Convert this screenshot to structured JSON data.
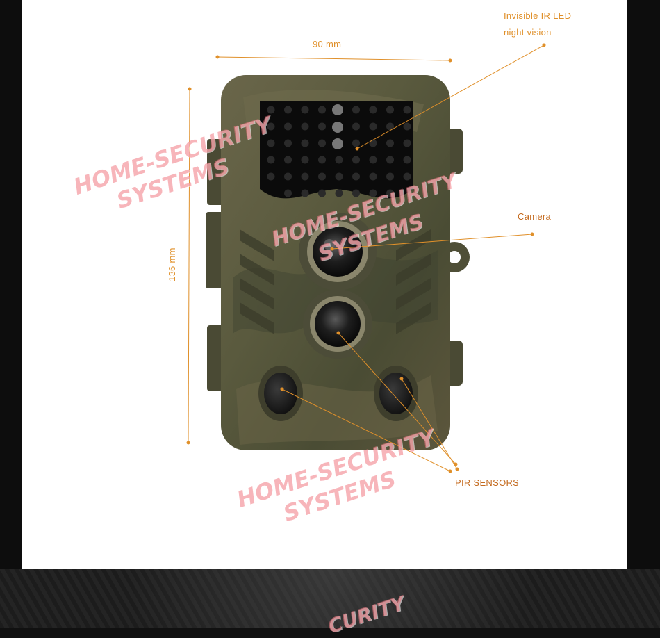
{
  "dimensions": {
    "width_label": "90 mm",
    "height_label": "136 mm"
  },
  "callouts": {
    "ir_led_line1": "Invisible IR LED",
    "ir_led_line2": "night vision",
    "camera": "Camera",
    "pir_sensors": "PIR SENSORS"
  },
  "watermarks": {
    "line1": "HOME-SECURITY",
    "line2": "SYSTEMS",
    "footer_fragment": "CURITY"
  },
  "colors": {
    "accent": "#e0902a",
    "camouflage_base": "#5b5a3e"
  }
}
